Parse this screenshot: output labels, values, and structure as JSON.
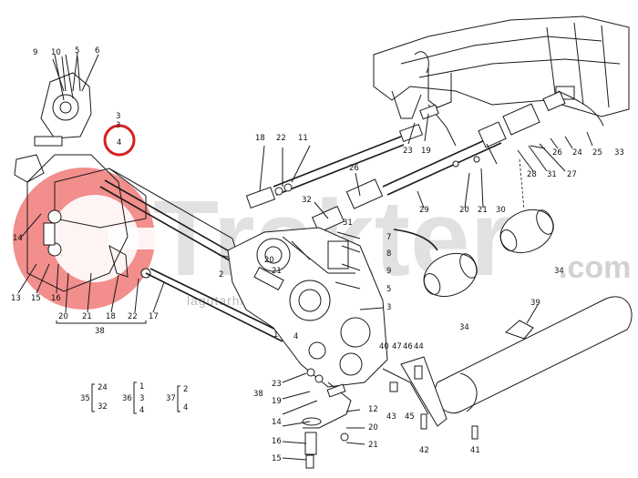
{
  "watermark": {
    "brand": "Trakter",
    "domain": ".com",
    "subtitle": "lagutarhidas",
    "logo_color": "#e8312e"
  },
  "highlight": {
    "top_label": "3",
    "label": "4",
    "color": "#d62020"
  },
  "labels": {
    "l_9a": "9",
    "l_10": "10",
    "l_5a": "5",
    "l_6a": "6",
    "l_3a": "3",
    "l_14a": "14",
    "l_13a": "13",
    "l_15a": "15",
    "l_16a": "16",
    "l_20a": "20",
    "l_21a": "21",
    "l_18a": "18",
    "l_22a": "22",
    "l_17": "17",
    "l_38a": "38",
    "l_1": "1",
    "l_2": "2",
    "l_18b": "18",
    "l_22b": "22",
    "l_11": "11",
    "l_26a": "26",
    "l_32a": "32",
    "l_31a": "31",
    "l_20b": "20",
    "l_21b": "21",
    "l_7": "7",
    "l_8": "8",
    "l_9b": "9",
    "l_5b": "5",
    "l_3b": "3",
    "l_4": "4",
    "l_23a": "23",
    "l_19a": "19",
    "l_29": "29",
    "l_20c": "20",
    "l_21c": "21",
    "l_30": "30",
    "l_28": "28",
    "l_31b": "31",
    "l_27": "27",
    "l_26b": "26",
    "l_24": "24",
    "l_25": "25",
    "l_33": "33",
    "l_34a": "34",
    "l_34b": "34",
    "l_39": "39",
    "l_40": "40",
    "l_47": "47",
    "l_46": "46",
    "l_44": "44",
    "l_43": "43",
    "l_45": "45",
    "l_42": "42",
    "l_41": "41",
    "l_23b": "23",
    "l_38b": "38",
    "l_19b": "19",
    "l_14b": "14",
    "l_12": "12",
    "l_16b": "16",
    "l_20d": "20",
    "l_21d": "21",
    "l_15b": "15",
    "g1_head": "35",
    "g1_a": "24",
    "g1_b": "32",
    "g2_head": "36",
    "g2_a": "1",
    "g2_b": "3",
    "g2_c": "4",
    "g3_head": "37",
    "g3_a": "2",
    "g3_b": "4"
  }
}
